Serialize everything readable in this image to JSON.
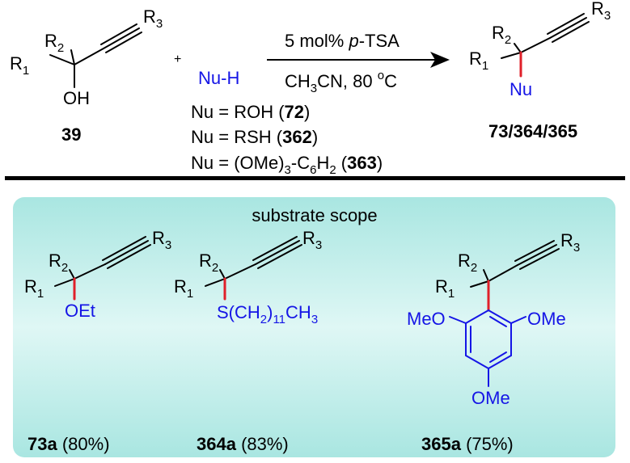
{
  "reaction": {
    "reactant": {
      "r1": "R",
      "r1_sub": "1",
      "r2": "R",
      "r2_sub": "2",
      "r3": "R",
      "r3_sub": "3",
      "oh": "OH",
      "label": "39"
    },
    "plus": "+",
    "nucleophile": "Nu-H",
    "conditions": {
      "catalyst_prefix": "5 mol% ",
      "catalyst_italic": "p",
      "catalyst_suffix": "-TSA",
      "solvent_a": "CH",
      "solvent_sub3": "3",
      "solvent_b": "CN, 80 ",
      "deg": "o",
      "unit": "C"
    },
    "nu_list": [
      {
        "prefix": "Nu = ROH (",
        "num": "72",
        "suffix": ")"
      },
      {
        "prefix": "Nu = RSH (",
        "num": "362",
        "suffix": ")"
      },
      {
        "prefix": "Nu = (OMe)",
        "sub1": "3",
        "mid": "-C",
        "sub2": "6",
        "mid2": "H",
        "sub3": "2",
        "mid3": " (",
        "num": "363",
        "suffix": ")"
      }
    ],
    "product": {
      "nu": "Nu",
      "label": "73/364/365"
    }
  },
  "scope": {
    "title": "substrate scope",
    "bg_color": "#bdeeea",
    "compounds": [
      {
        "group": "OEt",
        "label_num": "73a",
        "label_yield": " (80%)"
      },
      {
        "group_a": "S(CH",
        "sub1": "2",
        "group_b": ")",
        "sub2": "11",
        "group_c": "CH",
        "sub3": "3",
        "label_num": "364a",
        "label_yield": " (83%)"
      },
      {
        "ome_left": "MeO",
        "ome_right": "OMe",
        "ome_bottom": "OMe",
        "label_num": "365a",
        "label_yield": " (75%)"
      }
    ]
  }
}
